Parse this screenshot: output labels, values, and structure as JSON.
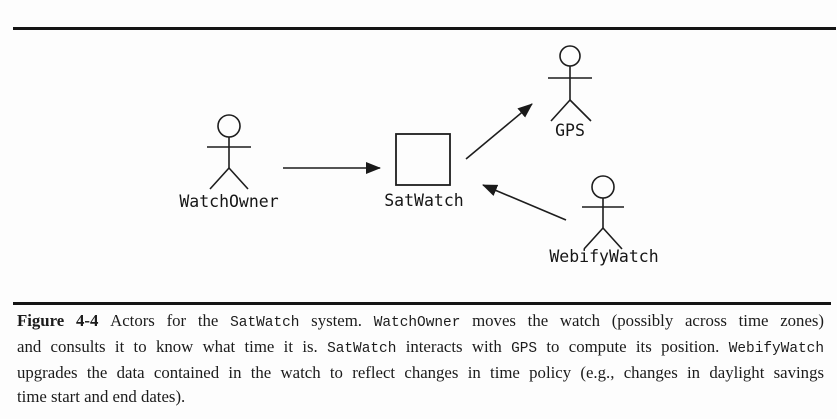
{
  "page": {
    "background": "#fdfdfd",
    "ink_color": "#1d1d1d"
  },
  "diagram": {
    "type": "uml-use-case-actors",
    "system": {
      "label": "SatWatch",
      "shape": "rectangle"
    },
    "actors": [
      {
        "label": "WatchOwner",
        "shape": "stick-figure"
      },
      {
        "label": "GPS",
        "shape": "stick-figure"
      },
      {
        "label": "WebifyWatch",
        "shape": "stick-figure"
      }
    ],
    "relations": [
      {
        "from": "WatchOwner",
        "to": "SatWatch",
        "style": "arrow"
      },
      {
        "from": "SatWatch",
        "to": "GPS",
        "style": "arrow"
      },
      {
        "from": "WebifyWatch",
        "to": "SatWatch",
        "style": "arrow"
      }
    ]
  },
  "caption": {
    "figure_label": "Figure 4-4",
    "line1": {
      "a": "Actors for the ",
      "b": "SatWatch",
      "c": " system. ",
      "d": "WatchOwner",
      "e": " moves the watch (possibly across time zones)"
    },
    "line2": {
      "a": "and consults it to know what time it is. ",
      "b": "SatWatch",
      "c": " interacts with ",
      "d": "GPS",
      "e": " to compute its position. ",
      "f": "WebifyWatch"
    },
    "line3": {
      "a": "upgrades the data contained in the watch to reflect changes in time policy (e.g., changes in daylight savings"
    },
    "line4": {
      "a": "time start and end dates)."
    }
  }
}
